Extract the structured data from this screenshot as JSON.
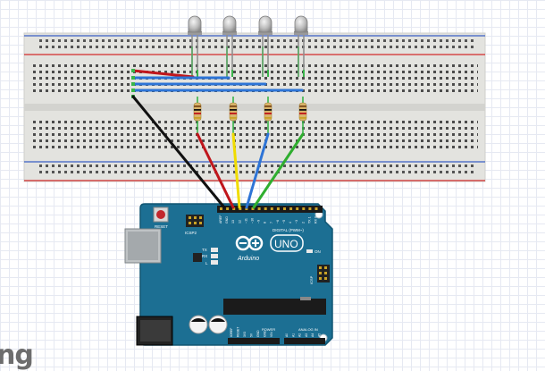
{
  "watermark": "ng",
  "colors": {
    "breadboard": "#e3e3df",
    "rail_red": "#d22a2a",
    "rail_blue": "#3a5fc4",
    "board": "#1c6f93",
    "board_edge": "#115673",
    "wire_black": "#111111",
    "wire_red": "#c0161c",
    "wire_yellow": "#f0dc00",
    "wire_blue": "#2d74d6",
    "wire_green": "#2fae2f"
  },
  "arduino": {
    "logo_text": "Arduino",
    "model": "UNO",
    "reset_label": "RESET",
    "icsp2_label": "ICSP2",
    "icsp_label": "ICSP",
    "digital_label": "DIGITAL (PWM~)",
    "tx_label": "TX",
    "rx_label": "RX",
    "l_label": "L",
    "on_label": "ON",
    "power_label": "POWER",
    "analog_label": "ANALOG IN",
    "header_top_labels": [
      "AREF",
      "GND",
      "13",
      "12",
      "~11",
      "~10",
      "~9",
      "8",
      "7",
      "~6",
      "~5",
      "4",
      "~3",
      "2",
      "TX 1",
      "RX 0"
    ],
    "power_pin_labels": [
      "IOREF",
      "RESET",
      "3V3",
      "5V",
      "GND",
      "GND",
      "VIN"
    ],
    "analog_pin_labels": [
      "A0",
      "A1",
      "A2",
      "A3",
      "A4",
      "A5"
    ]
  },
  "leds": [
    {
      "name": "led-1"
    },
    {
      "name": "led-2"
    },
    {
      "name": "led-3"
    },
    {
      "name": "led-4"
    }
  ]
}
